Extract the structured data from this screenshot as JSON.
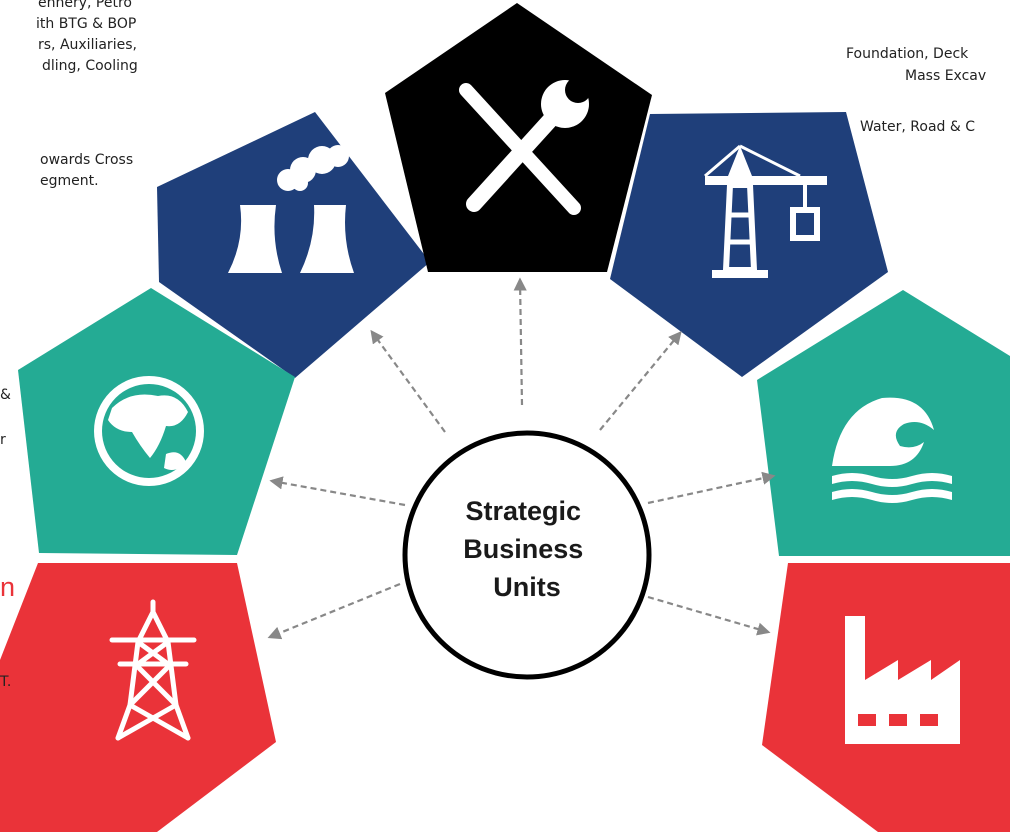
{
  "center": {
    "lines": [
      "Strategic",
      "Business",
      "Units"
    ]
  },
  "colors": {
    "navy": "#1f3f7a",
    "black": "#000000",
    "teal": "#24ab94",
    "red": "#ea3339",
    "arrow": "#888888",
    "heading_red": "#ea3339"
  },
  "units": [
    {
      "id": "thermal",
      "icon": "cooling-tower-icon",
      "color": "#1f3f7a"
    },
    {
      "id": "maintenance",
      "icon": "tools-icon",
      "color": "#000000"
    },
    {
      "id": "civil",
      "icon": "tower-crane-icon",
      "color": "#1f3f7a"
    },
    {
      "id": "international",
      "icon": "globe-icon",
      "color": "#24ab94"
    },
    {
      "id": "water",
      "icon": "wave-icon",
      "color": "#24ab94"
    },
    {
      "id": "transmission",
      "icon": "transmission-tower-icon",
      "color": "#ea3339"
    },
    {
      "id": "industrial",
      "icon": "factory-icon",
      "color": "#ea3339"
    }
  ],
  "left_text": [
    "ennery, Petro",
    "ith BTG & BOP",
    "rs, Auxiliaries,",
    "dling, Cooling",
    "owards Cross",
    "egment."
  ],
  "left_small": [
    "&",
    "r"
  ],
  "left_heading": "n",
  "left_bottom": "T.",
  "right_text": [
    "Foundation, Deck",
    "Mass Excav",
    "Water, Road & C"
  ]
}
